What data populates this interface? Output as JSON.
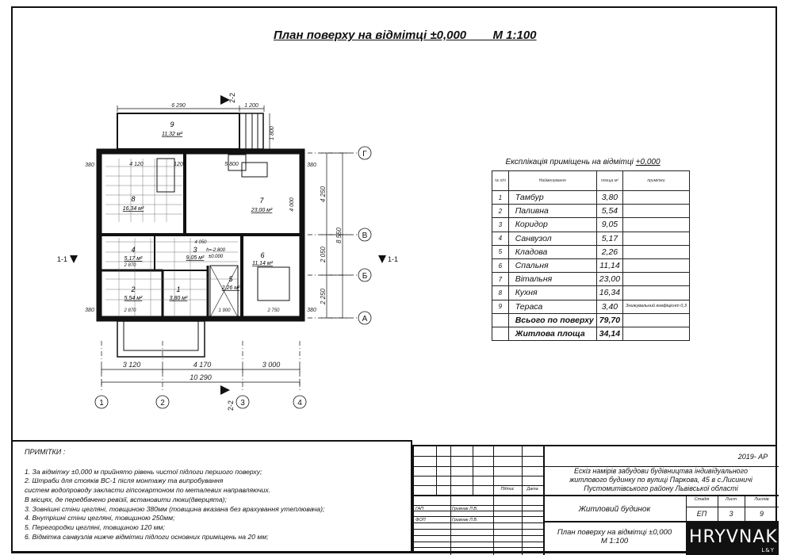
{
  "title": "План поверху на відмітці ±0,000        М 1:100",
  "plan": {
    "rooms": [
      {
        "num": "9",
        "area": "11,32 м²"
      },
      {
        "num": "8",
        "area": "16,34 м²"
      },
      {
        "num": "7",
        "area": "23,00 м²"
      },
      {
        "num": "4",
        "area": "5,17 м²"
      },
      {
        "num": "3",
        "area": "9,05 м²"
      },
      {
        "num": "6",
        "area": "11,14 м²"
      },
      {
        "num": "2",
        "area": "5,54 м²"
      },
      {
        "num": "1",
        "area": "3,80 м²"
      },
      {
        "num": "5",
        "area": "2,26 м²"
      }
    ],
    "levels": [
      "h=-2.800",
      "±0.000"
    ],
    "dims": {
      "top1": "6 290",
      "top2": "1 200",
      "stair": "1 800",
      "wl": "380",
      "wr": "380",
      "d1": "4 120",
      "d2": "120",
      "d3": "5 800",
      "d4": "4 000",
      "d5": "4 050",
      "d6": "2 870",
      "d7": "2 870",
      "d8": "1 900",
      "d9": "2 750",
      "b1": "3 120",
      "b2": "4 170",
      "b3": "3 000",
      "total": "10 290",
      "r1": "4 250",
      "r2": "2 050",
      "r3": "2 250",
      "rtotal": "8 550",
      "bl": "380",
      "br": "380"
    },
    "axes_x": [
      "1",
      "2",
      "3",
      "4"
    ],
    "axes_y": [
      "Г",
      "В",
      "Б",
      "А"
    ],
    "sections": {
      "s11": "1-1",
      "s22": "2-2"
    }
  },
  "explication": {
    "title_prefix": "Експлікація приміщень на відмітці ",
    "title_level": "+0,000",
    "headers": [
      "№ п/п",
      "Найменування",
      "площа м²",
      "примітки"
    ],
    "rows": [
      {
        "n": "1",
        "name": "Тамбур",
        "area": "3,80",
        "note": ""
      },
      {
        "n": "2",
        "name": "Паливна",
        "area": "5,54",
        "note": ""
      },
      {
        "n": "3",
        "name": "Коридор",
        "area": "9,05",
        "note": ""
      },
      {
        "n": "4",
        "name": "Санвузол",
        "area": "5,17",
        "note": ""
      },
      {
        "n": "5",
        "name": "Кладова",
        "area": "2,26",
        "note": ""
      },
      {
        "n": "6",
        "name": "Спальня",
        "area": "11,14",
        "note": ""
      },
      {
        "n": "7",
        "name": "Вітальня",
        "area": "23,00",
        "note": ""
      },
      {
        "n": "8",
        "name": "Кухня",
        "area": "16,34",
        "note": ""
      },
      {
        "n": "9",
        "name": "Тераса",
        "area": "3,40",
        "note": "Знижувальний коефіцієнт 0,3"
      }
    ],
    "total": {
      "name": "Всього по поверху",
      "area": "79,70"
    },
    "living": {
      "name": "Житлова площа",
      "area": "34,14"
    }
  },
  "notes": {
    "heading": "ПРИМІТКИ :",
    "lines": [
      "1. За відмітку ±0,000 м прийнято рівень чистої підлоги першого поверху;",
      "2. Штраби для стояків ВС-1 після монтажу та випробування",
      "систем водопроводу закласти гіпсокартоном по металевих направляючих.",
      "В місцях, де передбачено ревізії, встановити люки(дверцята);",
      "3. Зовнішні стіни цегляні, товщиною 380мм (товщина вказана без врахування утеплювача);",
      "4. Внутрішні стіни цегляні, товщиною 250мм;",
      "5. Перегородки цегляні, товщиною 120 мм;",
      "6. Відмітка санвузлів нижче відмітки підлоги основних приміщень на 20 мм;"
    ]
  },
  "title_block": {
    "code": "2019- АР",
    "project": [
      "Ескіз намірів забудови будівництва індивідуального",
      "житлового будинку по вулиці Паркова, 45 в с.Лисиничі",
      "Пустомитівського району Львівської області"
    ],
    "sign_label": "Підпис",
    "date_label": "Дата",
    "roles": [
      {
        "role": "ГАП",
        "name": "Гривнак Л.В."
      },
      {
        "role": "ФОП",
        "name": "Гривнак Л.В."
      }
    ],
    "building": "Житловий будинок",
    "stage_label": "Стадія",
    "sheet_label": "Лист",
    "sheets_label": "Листів",
    "stage": "ЕП",
    "sheet": "3",
    "sheets": "9",
    "sheet_title": [
      "План поверху на відмітці ±0,000",
      "М 1:100"
    ],
    "logo": "HRYVNAK",
    "logo_sub": "L&Y"
  }
}
